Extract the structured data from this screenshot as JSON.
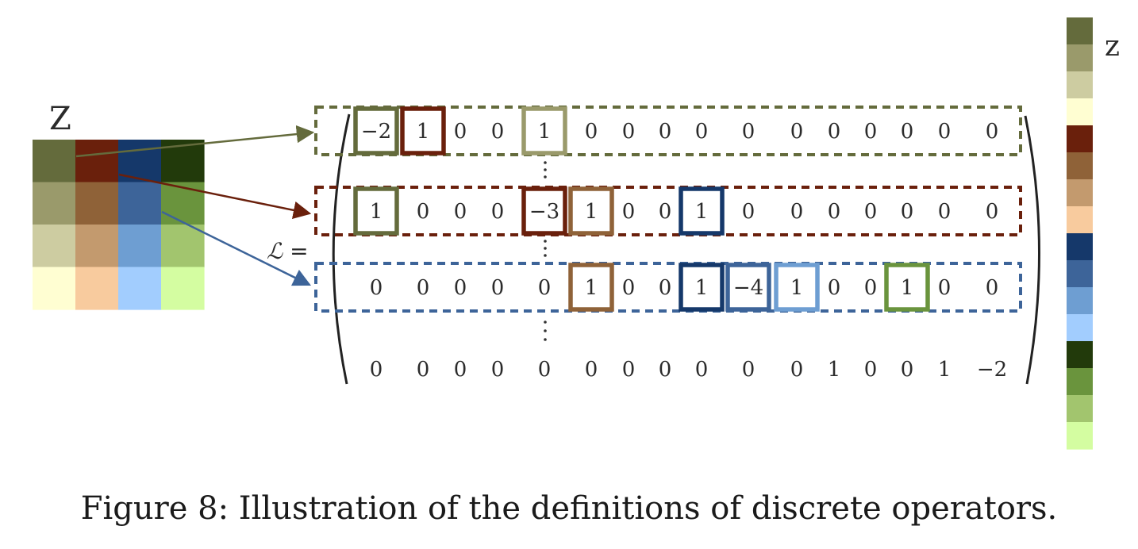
{
  "grid": {
    "label": "Z",
    "colors": [
      [
        "#646b3c",
        "#6a200c",
        "#15386a",
        "#223a0b"
      ],
      [
        "#9a9a6b",
        "#8f6238",
        "#3d6499",
        "#6a943d"
      ],
      [
        "#cdcca1",
        "#c39a6e",
        "#6e9ed2",
        "#a2c56e"
      ],
      [
        "#fffed2",
        "#f8cb9e",
        "#a2cdfe",
        "#d4fda1"
      ]
    ]
  },
  "vector": {
    "label": "z",
    "colors": [
      "#646b3c",
      "#9a9a6b",
      "#cdcca1",
      "#fffed2",
      "#6a200c",
      "#8f6238",
      "#c39a6e",
      "#f8cb9e",
      "#15386a",
      "#3d6499",
      "#6e9ed2",
      "#a2cdfe",
      "#223a0b",
      "#6a943d",
      "#a2c56e",
      "#d4fda1"
    ]
  },
  "operator_label": "ℒ =",
  "matrix": {
    "rows": [
      {
        "values": [
          "−2",
          "1",
          "0",
          "0",
          "1",
          "0",
          "0",
          "0",
          "0",
          "0",
          "0",
          "0",
          "0",
          "0",
          "0",
          "0"
        ],
        "highlight_color": "#646b3c",
        "boxes": [
          {
            "col": 0,
            "color": "#646b3c"
          },
          {
            "col": 1,
            "color": "#6a200c"
          },
          {
            "col": 4,
            "color": "#9a9a6b"
          }
        ]
      },
      {
        "values": [
          "1",
          "0",
          "0",
          "0",
          "−3",
          "1",
          "0",
          "0",
          "1",
          "0",
          "0",
          "0",
          "0",
          "0",
          "0",
          "0"
        ],
        "highlight_color": "#6a200c",
        "boxes": [
          {
            "col": 0,
            "color": "#646b3c"
          },
          {
            "col": 4,
            "color": "#6a200c"
          },
          {
            "col": 5,
            "color": "#8f6238"
          },
          {
            "col": 8,
            "color": "#15386a"
          }
        ]
      },
      {
        "values": [
          "0",
          "0",
          "0",
          "0",
          "0",
          "1",
          "0",
          "0",
          "1",
          "−4",
          "1",
          "0",
          "0",
          "1",
          "0",
          "0"
        ],
        "highlight_color": "#3d6499",
        "boxes": [
          {
            "col": 5,
            "color": "#8f6238"
          },
          {
            "col": 8,
            "color": "#15386a"
          },
          {
            "col": 9,
            "color": "#3d6499"
          },
          {
            "col": 10,
            "color": "#6e9ed2"
          },
          {
            "col": 13,
            "color": "#6a943d"
          }
        ]
      },
      {
        "values": [
          "0",
          "0",
          "0",
          "0",
          "0",
          "0",
          "0",
          "0",
          "0",
          "0",
          "0",
          "1",
          "0",
          "0",
          "1",
          "−2"
        ],
        "highlight_color": "",
        "boxes": []
      }
    ]
  },
  "caption": "Figure 8: Illustration of the definitions of discrete operators."
}
